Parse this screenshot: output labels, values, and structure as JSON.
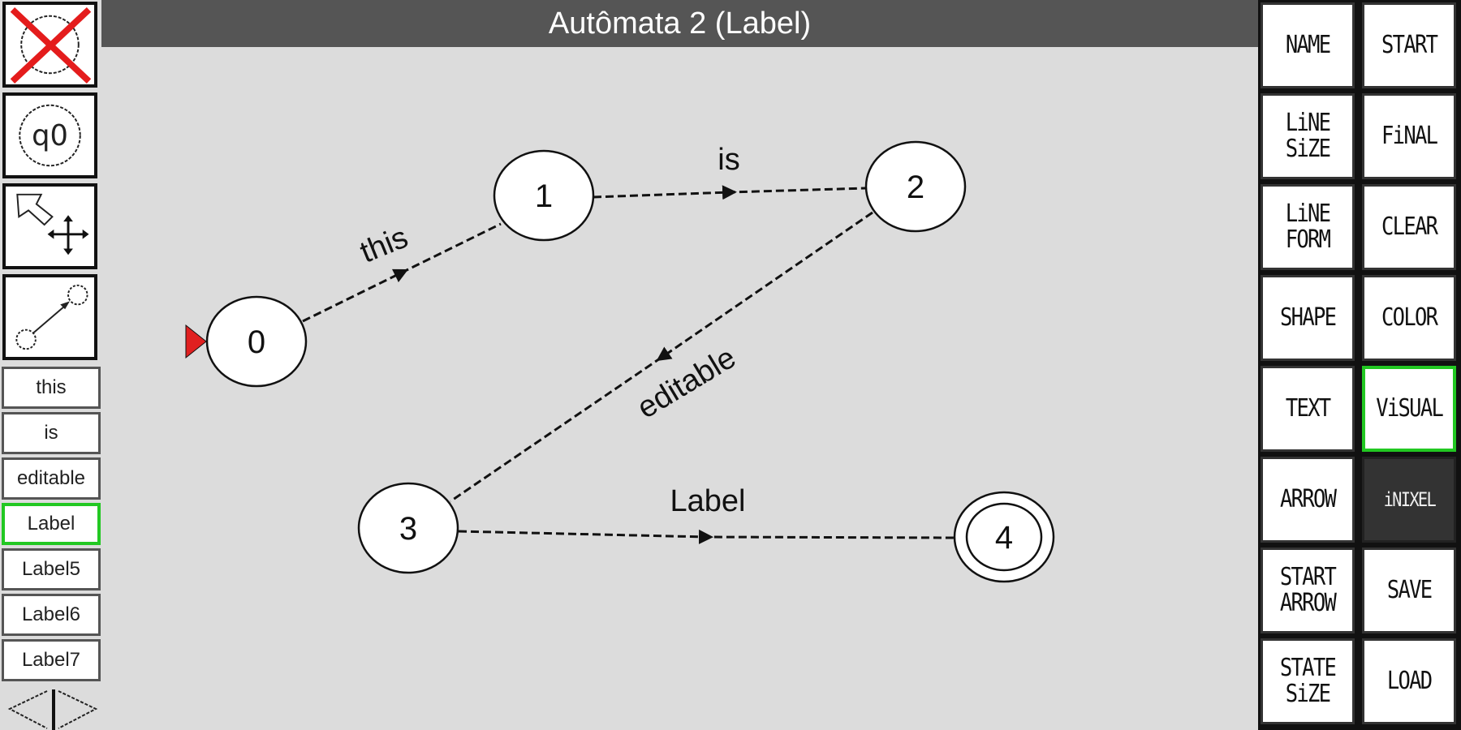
{
  "title": "Autômata 2 (Label)",
  "left_tools": [
    {
      "name": "delete-state-tool"
    },
    {
      "name": "add-state-tool",
      "glyph": "q0"
    },
    {
      "name": "move-tool"
    },
    {
      "name": "add-transition-tool"
    }
  ],
  "labels": [
    "this",
    "is",
    "editable",
    "Label",
    "Label5",
    "Label6",
    "Label7"
  ],
  "selected_label": "Label",
  "right_buttons": [
    [
      "NAME",
      "START"
    ],
    [
      "LiNE SiZE",
      "FiNAL"
    ],
    [
      "LiNE FORM",
      "CLEAR"
    ],
    [
      "SHAPE",
      "COLOR"
    ],
    [
      "TEXT",
      "ViSUAL"
    ],
    [
      "ARROW",
      "iNIXEL"
    ],
    [
      "START ARROW",
      "SAVE"
    ],
    [
      "STATE SiZE",
      "LOAD"
    ]
  ],
  "states": [
    {
      "id": "0",
      "initial": true,
      "final": false
    },
    {
      "id": "1",
      "initial": false,
      "final": false
    },
    {
      "id": "2",
      "initial": false,
      "final": false
    },
    {
      "id": "3",
      "initial": false,
      "final": false
    },
    {
      "id": "4",
      "initial": false,
      "final": true
    }
  ],
  "transitions": [
    {
      "from": "0",
      "to": "1",
      "label": "this"
    },
    {
      "from": "1",
      "to": "2",
      "label": "is"
    },
    {
      "from": "2",
      "to": "3",
      "label": "editable"
    },
    {
      "from": "3",
      "to": "4",
      "label": "Label"
    }
  ],
  "colors": {
    "accent_selected": "#22c822",
    "initial_marker": "#e02020",
    "title_bar": "#555555",
    "canvas": "#dcdcdc"
  }
}
